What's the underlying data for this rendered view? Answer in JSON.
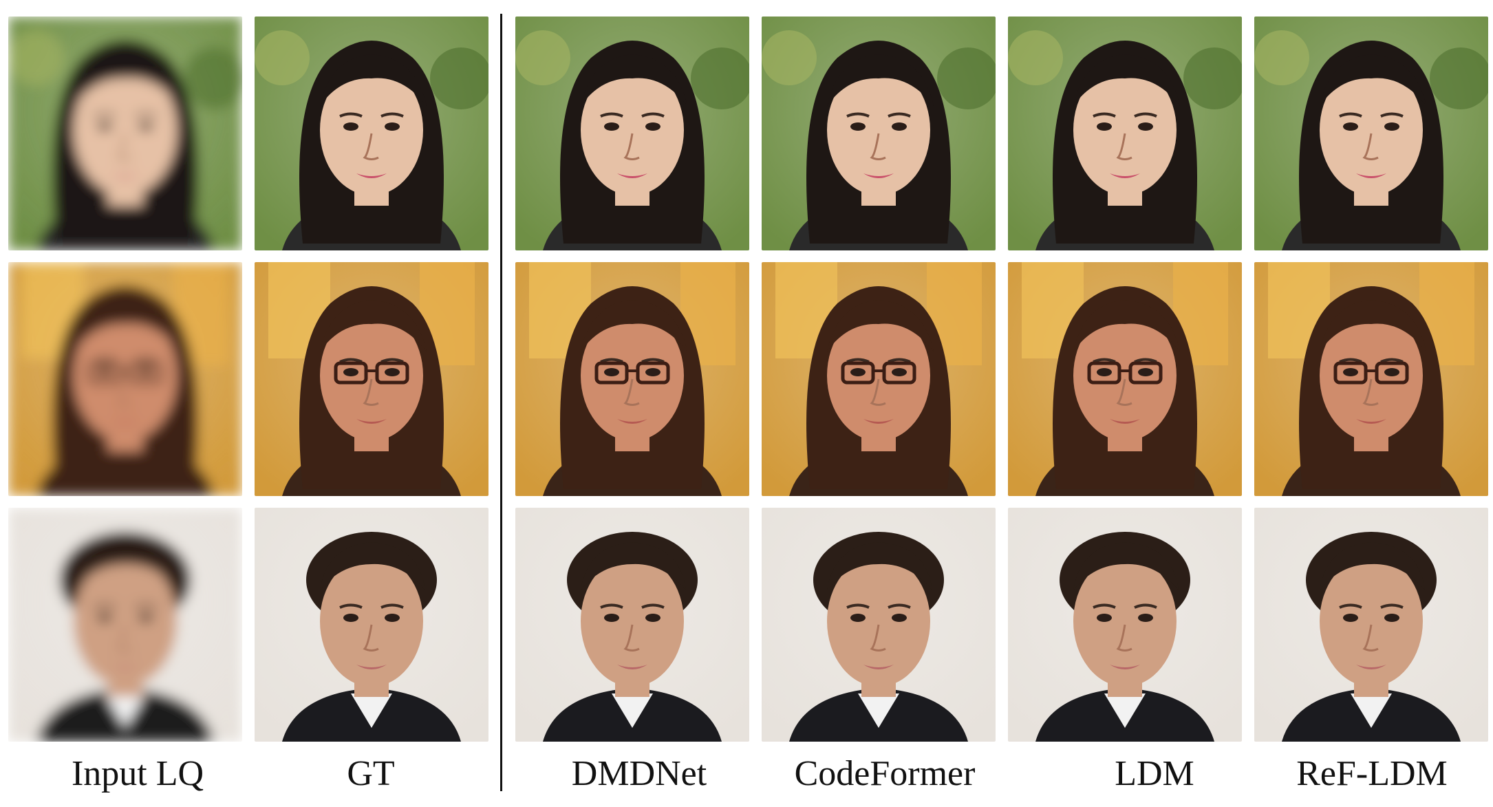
{
  "columns": [
    {
      "label": "Input LQ"
    },
    {
      "label": "GT"
    },
    {
      "label": "DMDNet"
    },
    {
      "label": "CodeFormer"
    },
    {
      "label": "LDM"
    },
    {
      "label": "ReF-LDM"
    }
  ],
  "rows": [
    {
      "subject": "woman-dark-hair-outdoor",
      "background": "#6f8f45",
      "hair": "#1e1714",
      "skin": "#e6c1a6",
      "lips": "#c9506a"
    },
    {
      "subject": "woman-glasses-indoor",
      "background": "#d29a3a",
      "hair": "#3d2215",
      "skin": "#cf8c6c",
      "lips": "#b55a52"
    },
    {
      "subject": "man-short-hair-suit",
      "background": "#e7e2dc",
      "hair": "#2b1e17",
      "skin": "#cfa083",
      "lips": "#b86868"
    }
  ]
}
